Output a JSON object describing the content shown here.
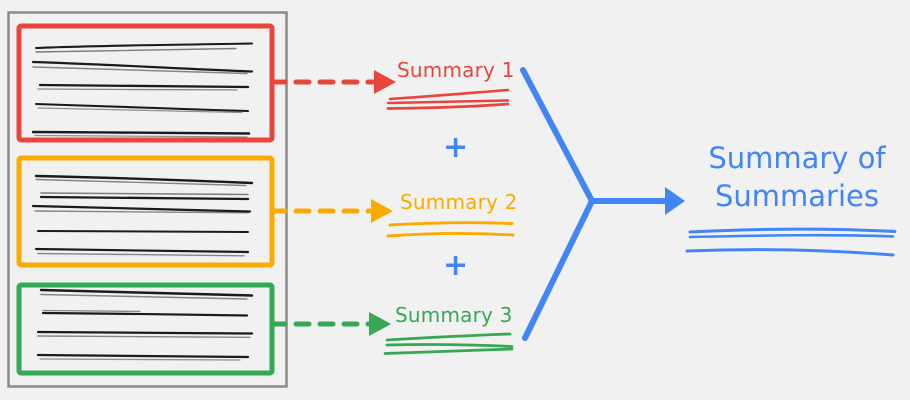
{
  "diagram": {
    "title_hidden": "",
    "type": "flow-diagram",
    "background_color": "#f1f1f1",
    "source_panel": {
      "name": "document-collection",
      "border_color": "#808080",
      "groups": [
        {
          "id": "group-1",
          "color": "#e8453c",
          "line_count": 5,
          "arrow_style": "dashed",
          "target": "Summary 1"
        },
        {
          "id": "group-2",
          "color": "#f9ab00",
          "line_count": 5,
          "arrow_style": "dashed",
          "target": "Summary 2"
        },
        {
          "id": "group-3",
          "color": "#34a853",
          "line_count": 4,
          "arrow_style": "dashed",
          "target": "Summary 3"
        }
      ]
    },
    "summaries": [
      {
        "label": "Summary 1",
        "color": "#e8453c",
        "scribble_lines": 3
      },
      {
        "label": "Summary 2",
        "color": "#f9ab00",
        "scribble_lines": 2
      },
      {
        "label": "Summary 3",
        "color": "#34a853",
        "scribble_lines": 3
      }
    ],
    "operators": [
      {
        "symbol": "+",
        "color": "#4285f4"
      },
      {
        "symbol": "+",
        "color": "#4285f4"
      }
    ],
    "merge": {
      "color": "#4285f4",
      "arrow_direction": "right"
    },
    "result": {
      "line_1": "Summary of",
      "line_2": "Summaries",
      "color": "#4285f4",
      "scribble_lines": 3
    }
  }
}
